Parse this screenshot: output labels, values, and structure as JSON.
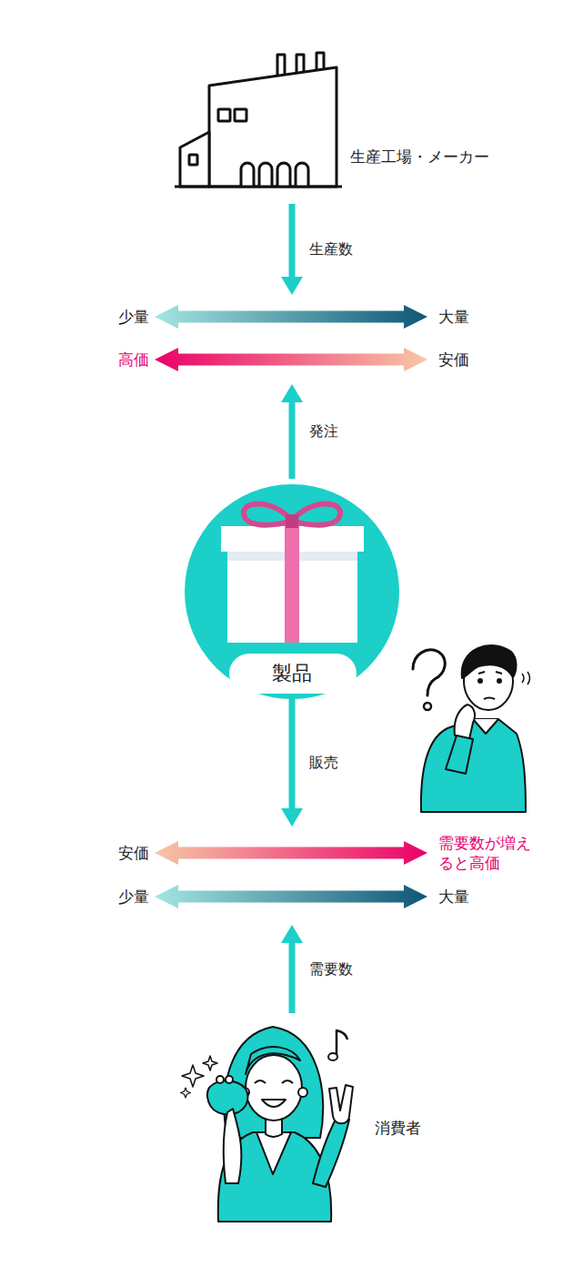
{
  "diagram": {
    "nodes": [
      {
        "text": [
          "生産工場・メーカー"
        ]
      },
      {
        "text": [
          "少量",
          "大量",
          "高価",
          "安価"
        ]
      },
      {
        "text": [
          "製品"
        ]
      },
      {
        "text": [
          "安価",
          "需要数が増えると高価",
          "少量",
          "大量"
        ]
      },
      {
        "text": [
          "消費者"
        ]
      }
    ],
    "edges": [
      {
        "from": 0,
        "to": 1,
        "label": "生産数",
        "arrow": "to"
      },
      {
        "from": 2,
        "to": 1,
        "label": "発注",
        "arrow": "to"
      },
      {
        "from": 2,
        "to": 3,
        "label": "販売",
        "arrow": "to"
      },
      {
        "from": 4,
        "to": 3,
        "label": "需要数",
        "arrow": "to"
      }
    ]
  }
}
